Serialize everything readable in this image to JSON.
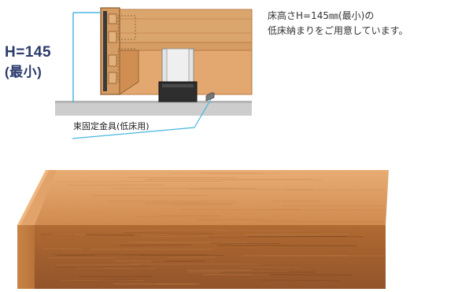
{
  "diagram": {
    "height_label": "H=145",
    "height_sub": "(最小)",
    "note_line1": "床高さH=145㎜(最小)の",
    "note_line2": "低床納まりをご用意しています。",
    "callout_label": "束固定金具(低床用)"
  },
  "colors": {
    "deck_wood": "#d9a06a",
    "deck_edge": "#c3874f",
    "post_fill": "#dedede",
    "ground": "#c8c8c8",
    "guide_line": "#49b7e0",
    "label_navy": "#2a3a6b",
    "sample_face": "#a25f2c",
    "sample_top": "#d08a4e"
  }
}
